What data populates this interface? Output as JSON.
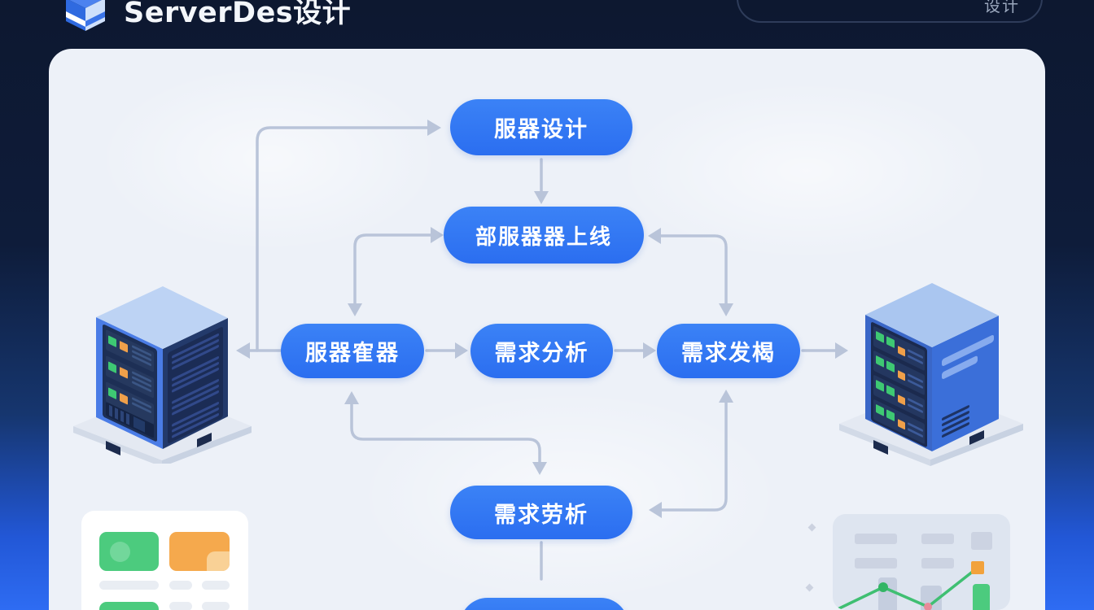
{
  "header": {
    "logo_text": "ServerDes设计",
    "nav_pill_text": "设计"
  },
  "flowchart": {
    "nodes": [
      {
        "id": "design",
        "label": "服器设计"
      },
      {
        "id": "deploy",
        "label": "部服器器上线"
      },
      {
        "id": "manage",
        "label": "服器隺器"
      },
      {
        "id": "analyze",
        "label": "需求分析"
      },
      {
        "id": "mining",
        "label": "需求发楬"
      },
      {
        "id": "analyze2",
        "label": "需求劳析"
      },
      {
        "id": "bottom",
        "label": ""
      }
    ]
  },
  "colors": {
    "node_blue": "#2f76f3",
    "connector_gray": "#b9c4d9",
    "panel_bg": "#edf1f8",
    "header_bg": "#0d1830",
    "accent_green": "#46c878",
    "accent_orange": "#f0a44c"
  }
}
